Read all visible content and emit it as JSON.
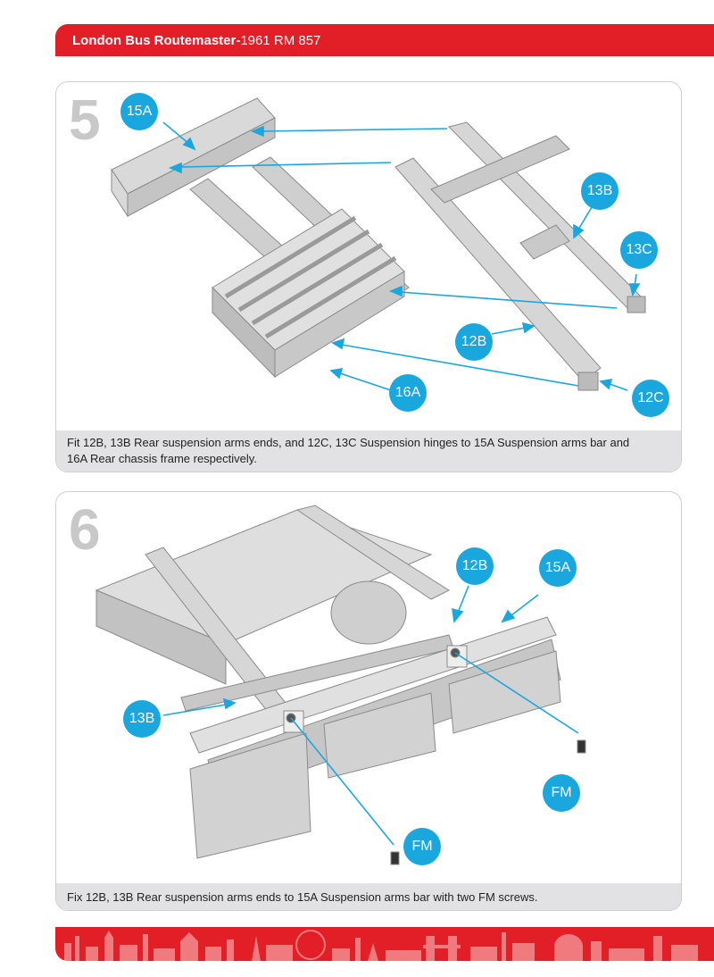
{
  "header": {
    "title_bold": "London Bus Routemaster-",
    "title_normal": "1961 RM 857"
  },
  "step5": {
    "number": "5",
    "callouts": {
      "c15A": "15A",
      "c13B": "13B",
      "c13C": "13C",
      "c12B": "12B",
      "c16A": "16A",
      "c12C": "12C"
    },
    "caption_line1": "Fit 12B, 13B Rear suspension arms ends, and 12C, 13C Suspension hinges to 15A Suspension arms bar and",
    "caption_line2": "16A Rear chassis frame respectively."
  },
  "step6": {
    "number": "6",
    "callouts": {
      "c12B": "12B",
      "c15A": "15A",
      "c13B": "13B",
      "cFM1": "FM",
      "cFM2": "FM"
    },
    "caption": "Fix 12B, 13B Rear suspension arms ends to 15A Suspension arms bar with two FM screws."
  },
  "colors": {
    "accent_red": "#e21f26",
    "callout_blue": "#1aa7de",
    "caption_bg": "#e2e2e4"
  }
}
